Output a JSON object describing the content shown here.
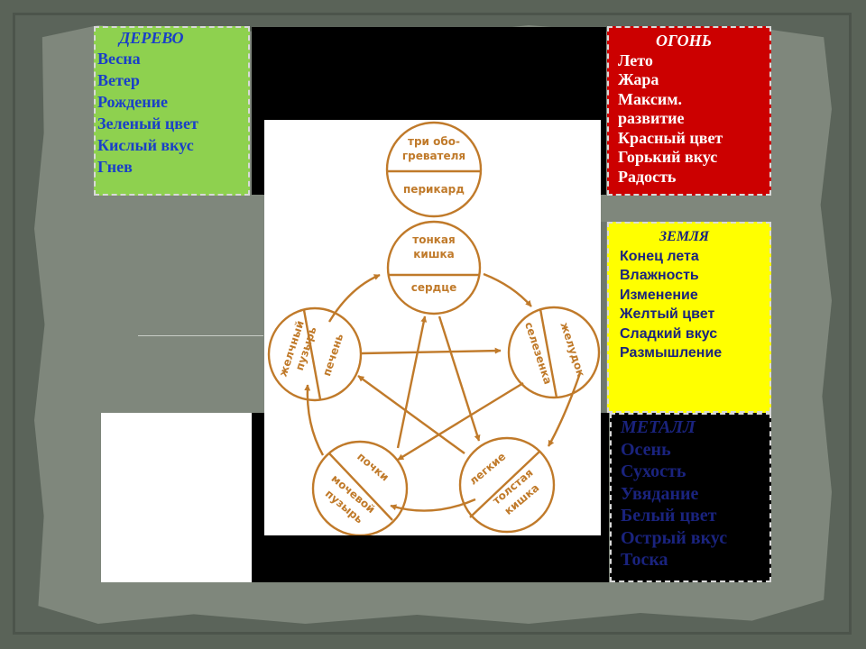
{
  "wood": {
    "title": "ДЕРЕВО",
    "lines": [
      "Весна",
      "Ветер",
      "Рождение",
      "Зеленый цвет",
      "Кислый вкус",
      "Гнев"
    ]
  },
  "fire": {
    "title": "ОГОНЬ",
    "lines": [
      "Лето",
      "Жара",
      "Максим.",
      "развитие",
      "Красный цвет",
      "Горький вкус",
      "Радость"
    ]
  },
  "earth": {
    "title": "ЗЕМЛЯ",
    "lines": [
      "Конец лета",
      "Влажность",
      "Изменение",
      "Желтый цвет",
      "Сладкий вкус",
      "Размышление"
    ]
  },
  "metal": {
    "title": "МЕТАЛЛ",
    "lines": [
      "Осень",
      "Сухость",
      "Увядание",
      "Белый цвет",
      "Острый вкус",
      "Тоска"
    ]
  },
  "diagram": {
    "color": "#c07a2a",
    "top": {
      "upper": [
        "три обо-",
        "гревателя"
      ],
      "lower": "перикард"
    },
    "fire": {
      "upper": [
        "тонкая",
        "кишка"
      ],
      "lower": "сердце"
    },
    "wood": {
      "outer": [
        "желчный",
        "пузырь"
      ],
      "inner": "печень"
    },
    "earth": {
      "inner": "селезенка",
      "outer": "желудок"
    },
    "water": {
      "inner": "почки",
      "outer": [
        "мочевой",
        "пузырь"
      ]
    },
    "metal": {
      "inner": "легкие",
      "outer": [
        "толстая",
        "кишка"
      ]
    }
  }
}
